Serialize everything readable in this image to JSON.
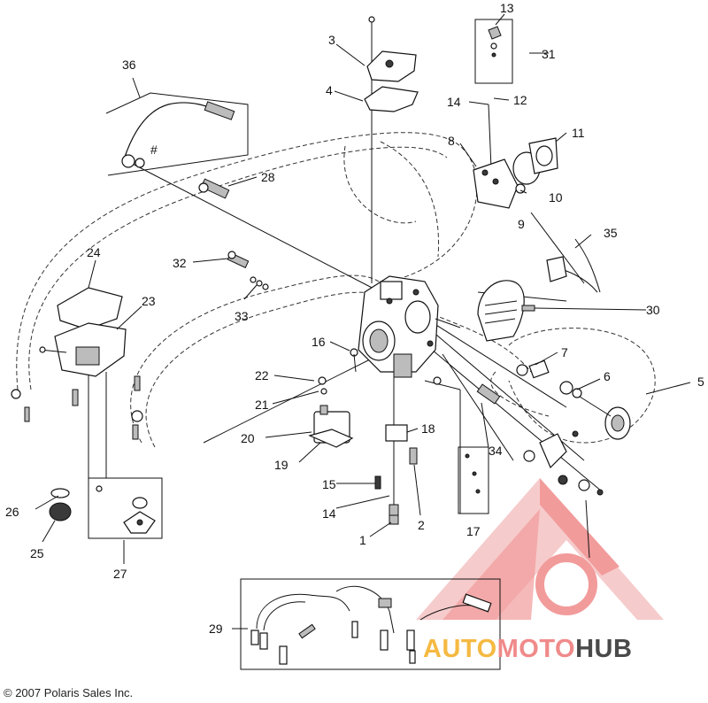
{
  "callouts": {
    "c1": "1",
    "c2": "2",
    "c3": "3",
    "c4": "4",
    "c5": "5",
    "c6": "6",
    "c7": "7",
    "c8": "8",
    "c9": "9",
    "c10": "10",
    "c11": "11",
    "c12": "12",
    "c13": "13",
    "c14a": "14",
    "c14b": "14",
    "c15": "15",
    "c16": "16",
    "c17": "17",
    "c18": "18",
    "c19": "19",
    "c20": "20",
    "c21": "21",
    "c22": "22",
    "c23": "23",
    "c24": "24",
    "c25": "25",
    "c26": "26",
    "c27": "27",
    "c28": "28",
    "c29": "29",
    "c30": "30",
    "c31": "31",
    "c32": "32",
    "c33": "33",
    "c34": "34",
    "c35": "35",
    "c36": "36"
  },
  "hash_mark": "#",
  "copyright": "© 2007 Polaris Sales Inc.",
  "watermark": {
    "part1": "AUTO",
    "part2": "MOTO",
    "part3": "HUB",
    "color_primary": "#f08a8a",
    "color_secondary": "#f5b942",
    "color_dark": "#4a4a4a"
  }
}
